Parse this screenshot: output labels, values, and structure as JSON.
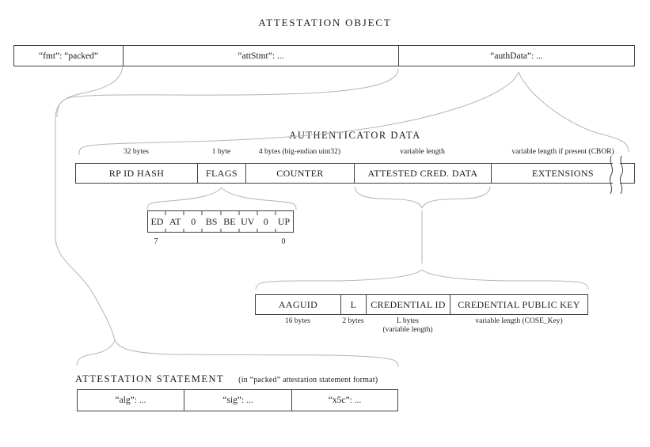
{
  "title": "ATTESTATION OBJECT",
  "attestation_object": {
    "cells": [
      {
        "label": "“fmt”: “packed”"
      },
      {
        "label": "“attStmt”: ..."
      },
      {
        "label": "“authData”: ..."
      }
    ]
  },
  "authenticator_data": {
    "title": "AUTHENTICATOR DATA",
    "fields": [
      {
        "name": "RP ID HASH",
        "size": "32 bytes"
      },
      {
        "name": "FLAGS",
        "size": "1 byte"
      },
      {
        "name": "COUNTER",
        "size": "4 bytes (big-endian uint32)"
      },
      {
        "name": "ATTESTED CRED. DATA",
        "size": "variable length"
      },
      {
        "name": "EXTENSIONS",
        "size": "variable length if present (CBOR)"
      }
    ]
  },
  "flags": {
    "bits": [
      "ED",
      "AT",
      "0",
      "BS",
      "BE",
      "UV",
      "0",
      "UP"
    ],
    "msb": "7",
    "lsb": "0"
  },
  "attested_credential_data": {
    "fields": [
      {
        "name": "AAGUID",
        "size": "16 bytes"
      },
      {
        "name": "L",
        "size": "2 bytes"
      },
      {
        "name": "CREDENTIAL ID",
        "size": "L bytes\n(variable length)"
      },
      {
        "name": "CREDENTIAL PUBLIC KEY",
        "size": "variable length (COSE_Key)"
      }
    ]
  },
  "attestation_statement": {
    "title": "ATTESTATION STATEMENT",
    "subtitle": "(in “packed” attestation statement format)",
    "cells": [
      {
        "label": "“alg”: ..."
      },
      {
        "label": "“sig”: ..."
      },
      {
        "label": "“x5c”: ..."
      }
    ]
  },
  "colors": {
    "background": "#ffffff",
    "border": "#3f3f3f",
    "text": "#1c1c1c",
    "connector": "#b4b4b4"
  }
}
